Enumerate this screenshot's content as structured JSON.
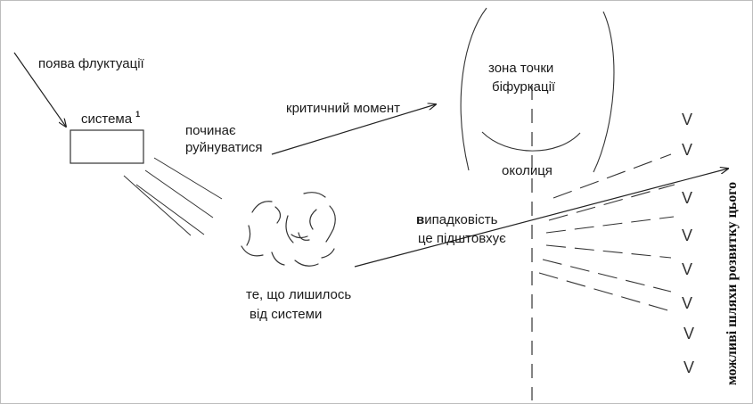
{
  "labels": {
    "fluctuation": "поява флуктуації",
    "system": "система",
    "system_sup": "1",
    "begins": "починає",
    "collapse": "руйнуватися",
    "critical": "критичний момент",
    "bifurcation_zone": "зона точки",
    "bifurcation": "біфуркації",
    "vicinity": "околиця",
    "random_prefix": "в",
    "random_rest": "ипадковість",
    "pushes": "це підштовхує",
    "remains_1": "те, що лишилось",
    "remains_2": "від системи",
    "possible_paths": "можливі шляхи розвитку цього"
  },
  "path_marks": [
    "V",
    "V",
    "V",
    "V",
    "V",
    "V",
    "V",
    "V"
  ],
  "colors": {
    "line": "#222222",
    "text": "#1a1a1a",
    "border": "#bdbdbd"
  }
}
